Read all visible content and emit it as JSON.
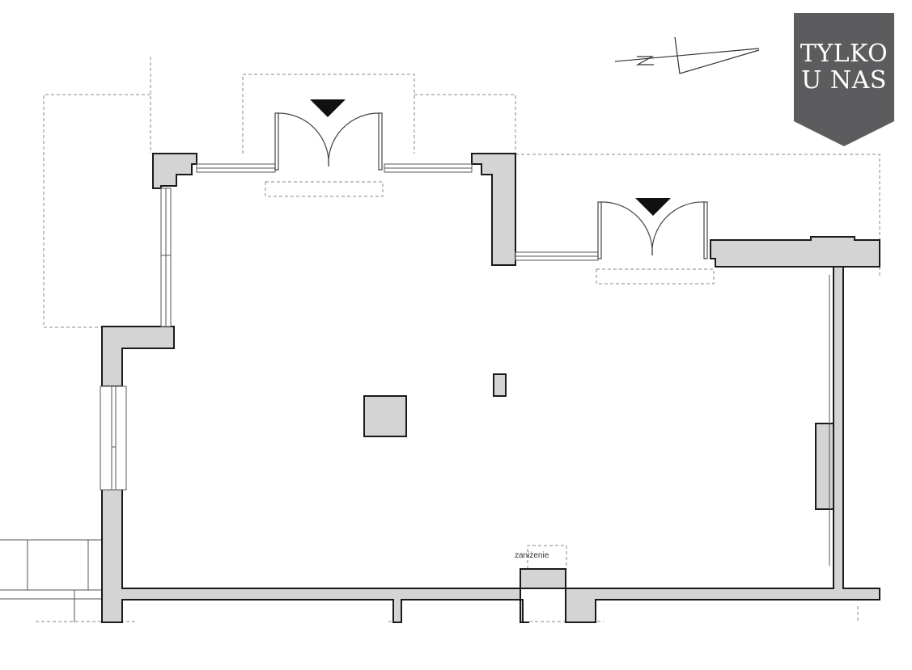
{
  "badge": {
    "line1": "TYLKO",
    "line2": "U NAS",
    "color": "#5c5c5e",
    "text_color": "#ffffff"
  },
  "plan": {
    "label_lowered_ceiling": "zaniżenie",
    "wall_fill": "#d4d4d4",
    "wall_stroke": "#1a1a1a"
  },
  "icons": {
    "north_arrow": "north-arrow-icon",
    "entrance_markers": [
      "entrance-arrow-icon",
      "entrance-arrow-icon"
    ]
  }
}
